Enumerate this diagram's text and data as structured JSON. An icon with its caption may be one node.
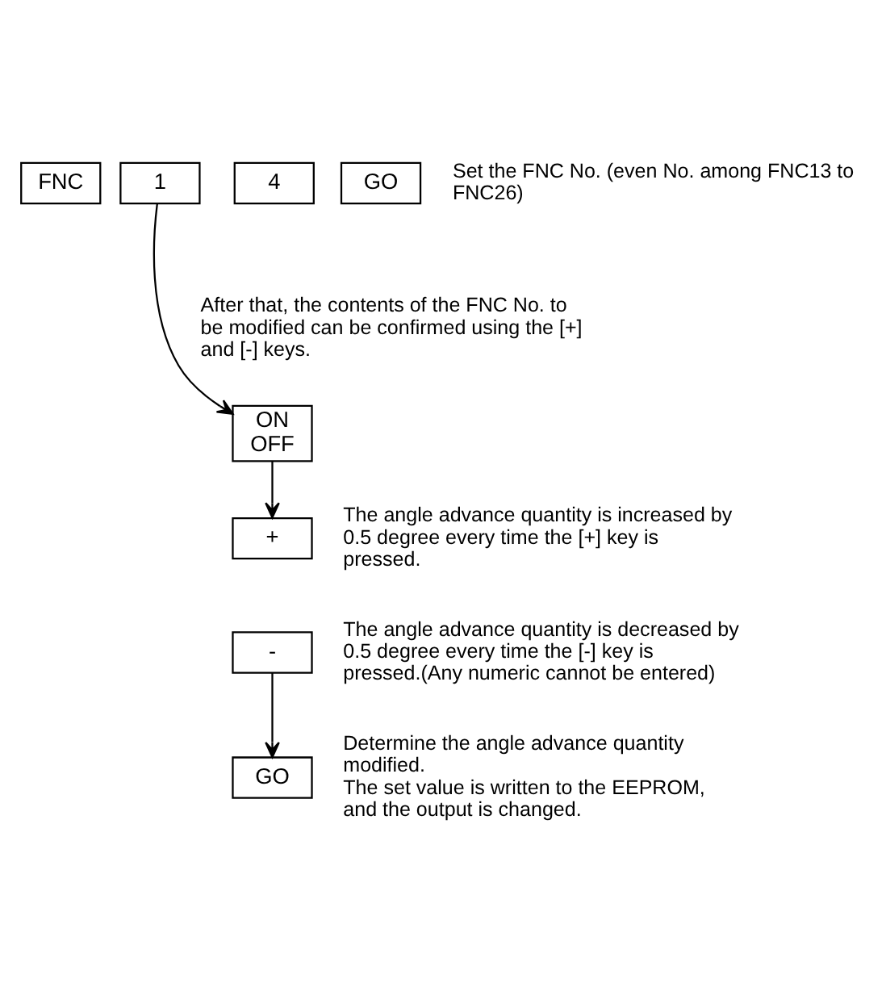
{
  "diagram": {
    "nodes": [
      {
        "text": [
          "FNC"
        ]
      },
      {
        "text": [
          "1"
        ]
      },
      {
        "text": [
          "4"
        ]
      },
      {
        "text": [
          "GO"
        ],
        "beside": [
          "Set the FNC No. (even No. among FNC13 to FNC26)"
        ]
      },
      {
        "text": [
          "ON OFF"
        ]
      },
      {
        "text": [
          "+"
        ],
        "beside": [
          "The angle advance quantity is increased by 0.5 degree every time the [+] key is pressed."
        ]
      },
      {
        "text": [
          "-"
        ],
        "beside": [
          "The angle advance quantity is decreased by 0.5 degree every time the [-] key is pressed.(Any numeric cannot be entered)"
        ]
      },
      {
        "text": [
          "GO"
        ],
        "beside": [
          "Determine the angle advance quantity modified.",
          "The set value is written to the EEPROM, and the output is changed."
        ]
      }
    ],
    "edges": [
      {
        "from": 1,
        "to": 4,
        "arrow": "to"
      },
      {
        "from": 4,
        "to": 5,
        "arrow": "to"
      },
      {
        "from": 6,
        "to": 7,
        "arrow": "to"
      }
    ],
    "labels": [
      "After that, the contents of the FNC No. to be modified can be confirmed using the [+] and [-] keys."
    ]
  }
}
